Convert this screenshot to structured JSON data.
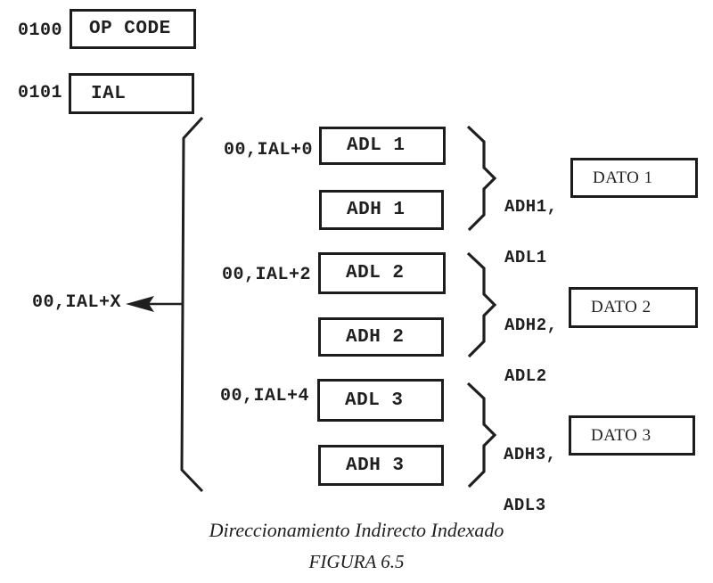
{
  "figure": {
    "caption_title": "Direccionamiento Indirecto Indexado",
    "caption_label": "FIGURA 6.5"
  },
  "memory": {
    "rows": [
      {
        "address": "0100",
        "content": "OP CODE"
      },
      {
        "address": "0101",
        "content": "IAL"
      }
    ]
  },
  "index_pointer": {
    "label": "00,IAL+X"
  },
  "groups": [
    {
      "address": "00,IAL+0",
      "adl": "ADL 1",
      "adh": "ADH 1",
      "pointer_line1": "ADH1,",
      "pointer_line2": "ADL1",
      "dato": "DATO 1"
    },
    {
      "address": "00,IAL+2",
      "adl": "ADL 2",
      "adh": "ADH 2",
      "pointer_line1": "ADH2,",
      "pointer_line2": "ADL2",
      "dato": "DATO 2"
    },
    {
      "address": "00,IAL+4",
      "adl": "ADL 3",
      "adh": "ADH 3",
      "pointer_line1": "ADH3,",
      "pointer_line2": "ADL3",
      "dato": "DATO 3"
    }
  ],
  "colors": {
    "ink": "#1f1f1f",
    "paper": "#ffffff"
  }
}
